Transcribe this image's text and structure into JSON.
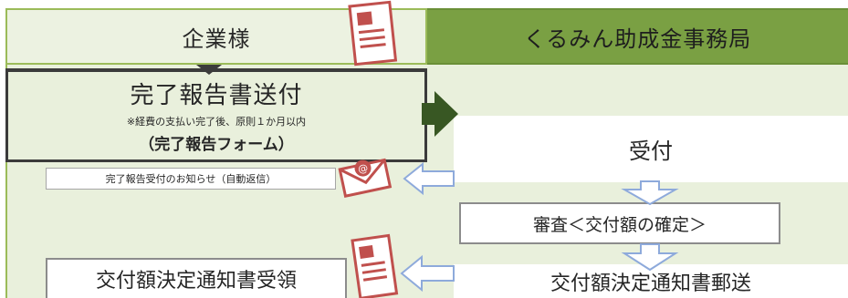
{
  "headers": {
    "left": "企業様",
    "right": "くるみん助成金事務局"
  },
  "steps": {
    "report_submit": {
      "title": "完了報告書送付",
      "note": "※経費の支払い完了後、原則１か月以内",
      "form": "（完了報告フォーム）"
    },
    "receipt_notice": "完了報告受付のお知らせ（自動返信）",
    "accept": "受付",
    "review": "審査＜交付額の確定＞",
    "decision_receive": "交付額決定通知書受領",
    "decision_send": "交付額決定通知書郵送"
  },
  "icons": [
    "document-icon",
    "email-icon",
    "document-icon"
  ],
  "colors": {
    "left_header_bg": "#ecf2e1",
    "right_header_bg": "#7aa043",
    "lane_bg": "#e9f0dc",
    "flow_arrow": "#385723",
    "icon_red": "#c0504d",
    "return_arrow_stroke": "#8eaadb"
  }
}
